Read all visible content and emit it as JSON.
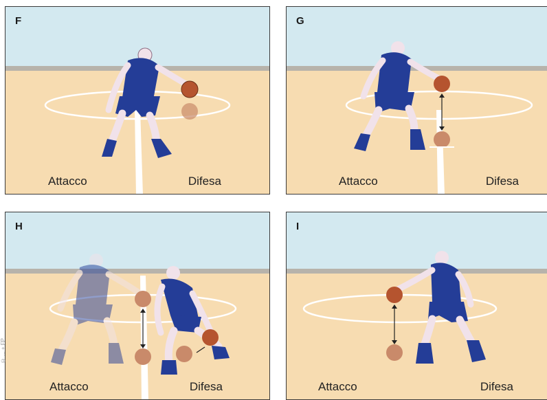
{
  "panels": [
    {
      "letter": "F",
      "left_label": "Attacco",
      "right_label": "Difesa"
    },
    {
      "letter": "G",
      "left_label": "Attacco",
      "right_label": "Difesa"
    },
    {
      "letter": "H",
      "left_label": "Attacco",
      "right_label": "Difesa"
    },
    {
      "letter": "I",
      "left_label": "Attacco",
      "right_label": "Difesa"
    }
  ],
  "credit": "© ... + FP",
  "colors": {
    "sky": "#d3e9f0",
    "floor": "#f7dcb1",
    "wall_stripe": "#b7b3ab",
    "jersey": "#243d97",
    "skin": "#f1e2ea",
    "ball": "#b5542f"
  }
}
